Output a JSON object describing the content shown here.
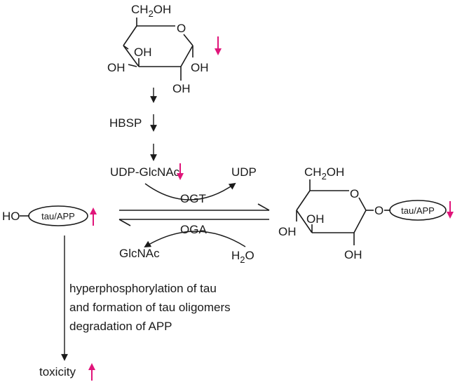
{
  "glucose": {
    "ch2oh": "CH",
    "ch2oh_sub": "2",
    "ch2oh_tail": "OH",
    "ring_o": "O",
    "oh_c4_label": "OH",
    "oh_c3_label": "OH",
    "oh_c2_label": "OH",
    "oh_c1_label": "OH"
  },
  "pathway": {
    "hbsp": "HBSP",
    "udp_glcnac": "UDP-GlcNAc",
    "udp": "UDP",
    "ogt": "OGT",
    "oga": "OGA",
    "glcnac": "GlcNAc",
    "water_h": "H",
    "water_sub": "2",
    "water_o": "O"
  },
  "unmodified": {
    "ho": "HO",
    "protein": "tau/APP"
  },
  "glycosylated": {
    "ch2oh": "CH",
    "ch2oh_sub": "2",
    "ch2oh_tail": "OH",
    "ring_o": "O",
    "link_o": "O",
    "oh_c4_label": "OH",
    "oh_c3_label": "OH",
    "oh_c2_label": "OH",
    "protein": "tau/APP"
  },
  "effects": {
    "line1": "hyperphosphorylation of tau",
    "line2": "and formation of tau oligomers",
    "line3": "degradation of APP",
    "toxicity": "toxicity"
  },
  "colors": {
    "increase": "#e0157a",
    "decrease": "#e0157a",
    "ink": "#1a1a1a"
  },
  "icons": {
    "up": "up-arrow-icon",
    "down": "down-arrow-icon"
  }
}
